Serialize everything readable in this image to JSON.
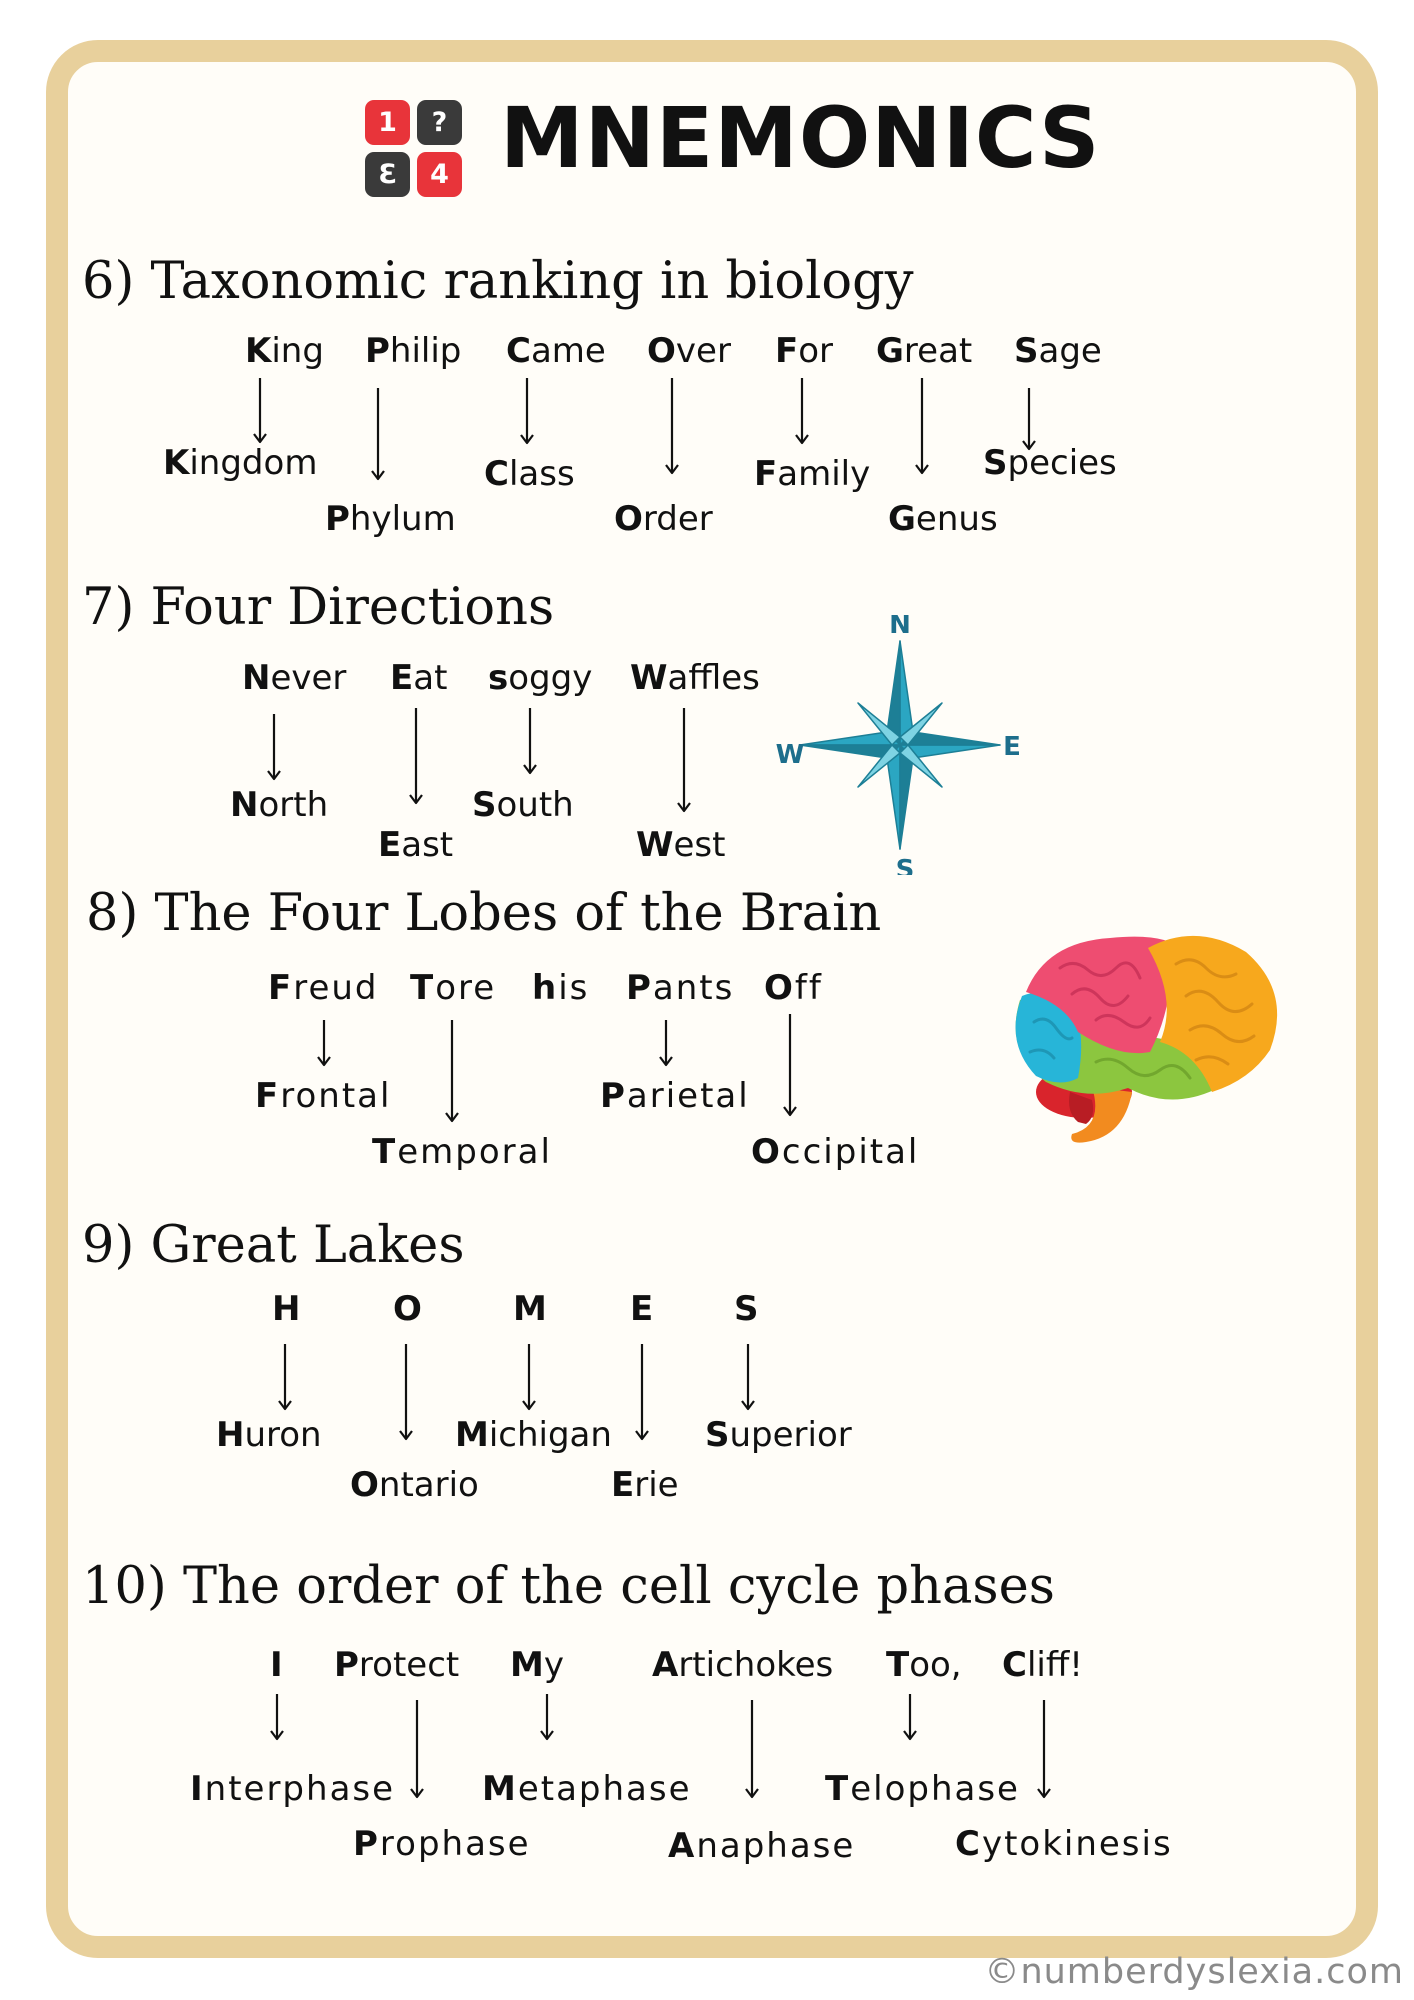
{
  "logo": {
    "tiles": [
      "1",
      "?",
      "3",
      "4"
    ]
  },
  "title": "MNEMONICS",
  "sections": [
    {
      "heading": "6) Taxonomic ranking in biology",
      "mnemonic": [
        "King",
        "Philip",
        "Came",
        "Over",
        "For",
        "Great",
        "Sage"
      ],
      "terms": [
        "Kingdom",
        "Phylum",
        "Class",
        "Order",
        "Family",
        "Genus",
        "Species"
      ]
    },
    {
      "heading": "7) Four Directions",
      "mnemonic": [
        "Never",
        "Eat",
        "soggy",
        "Waffles"
      ],
      "terms": [
        "North",
        "East",
        "South",
        "West"
      ],
      "compass": {
        "n": "N",
        "e": "E",
        "s": "S",
        "w": "W",
        "color": "#2ba6c2"
      }
    },
    {
      "heading": "8) The Four Lobes of the Brain",
      "mnemonic": [
        "Freud",
        "Tore",
        "his",
        "Pants",
        "Off"
      ],
      "terms": [
        "Frontal",
        "Temporal",
        "Parietal",
        "Occipital"
      ]
    },
    {
      "heading": "9) Great Lakes",
      "mnemonic": [
        "H",
        "O",
        "M",
        "E",
        "S"
      ],
      "terms": [
        "Huron",
        "Ontario",
        "Michigan",
        "Erie",
        "Superior"
      ]
    },
    {
      "heading": "10) The order of the cell cycle phases",
      "mnemonic": [
        "I",
        "Protect",
        "My",
        "Artichokes",
        "Too,",
        "Cliff!"
      ],
      "terms": [
        "Interphase",
        "Prophase",
        "Metaphase",
        "Anaphase",
        "Telophase",
        "Cytokinesis"
      ]
    }
  ],
  "credit": "©numberdyslexia.com",
  "colors": {
    "frame": "#e8d09c",
    "tile_red": "#e8343a",
    "tile_dark": "#3a3a3a",
    "compass": "#2ba6c2"
  }
}
